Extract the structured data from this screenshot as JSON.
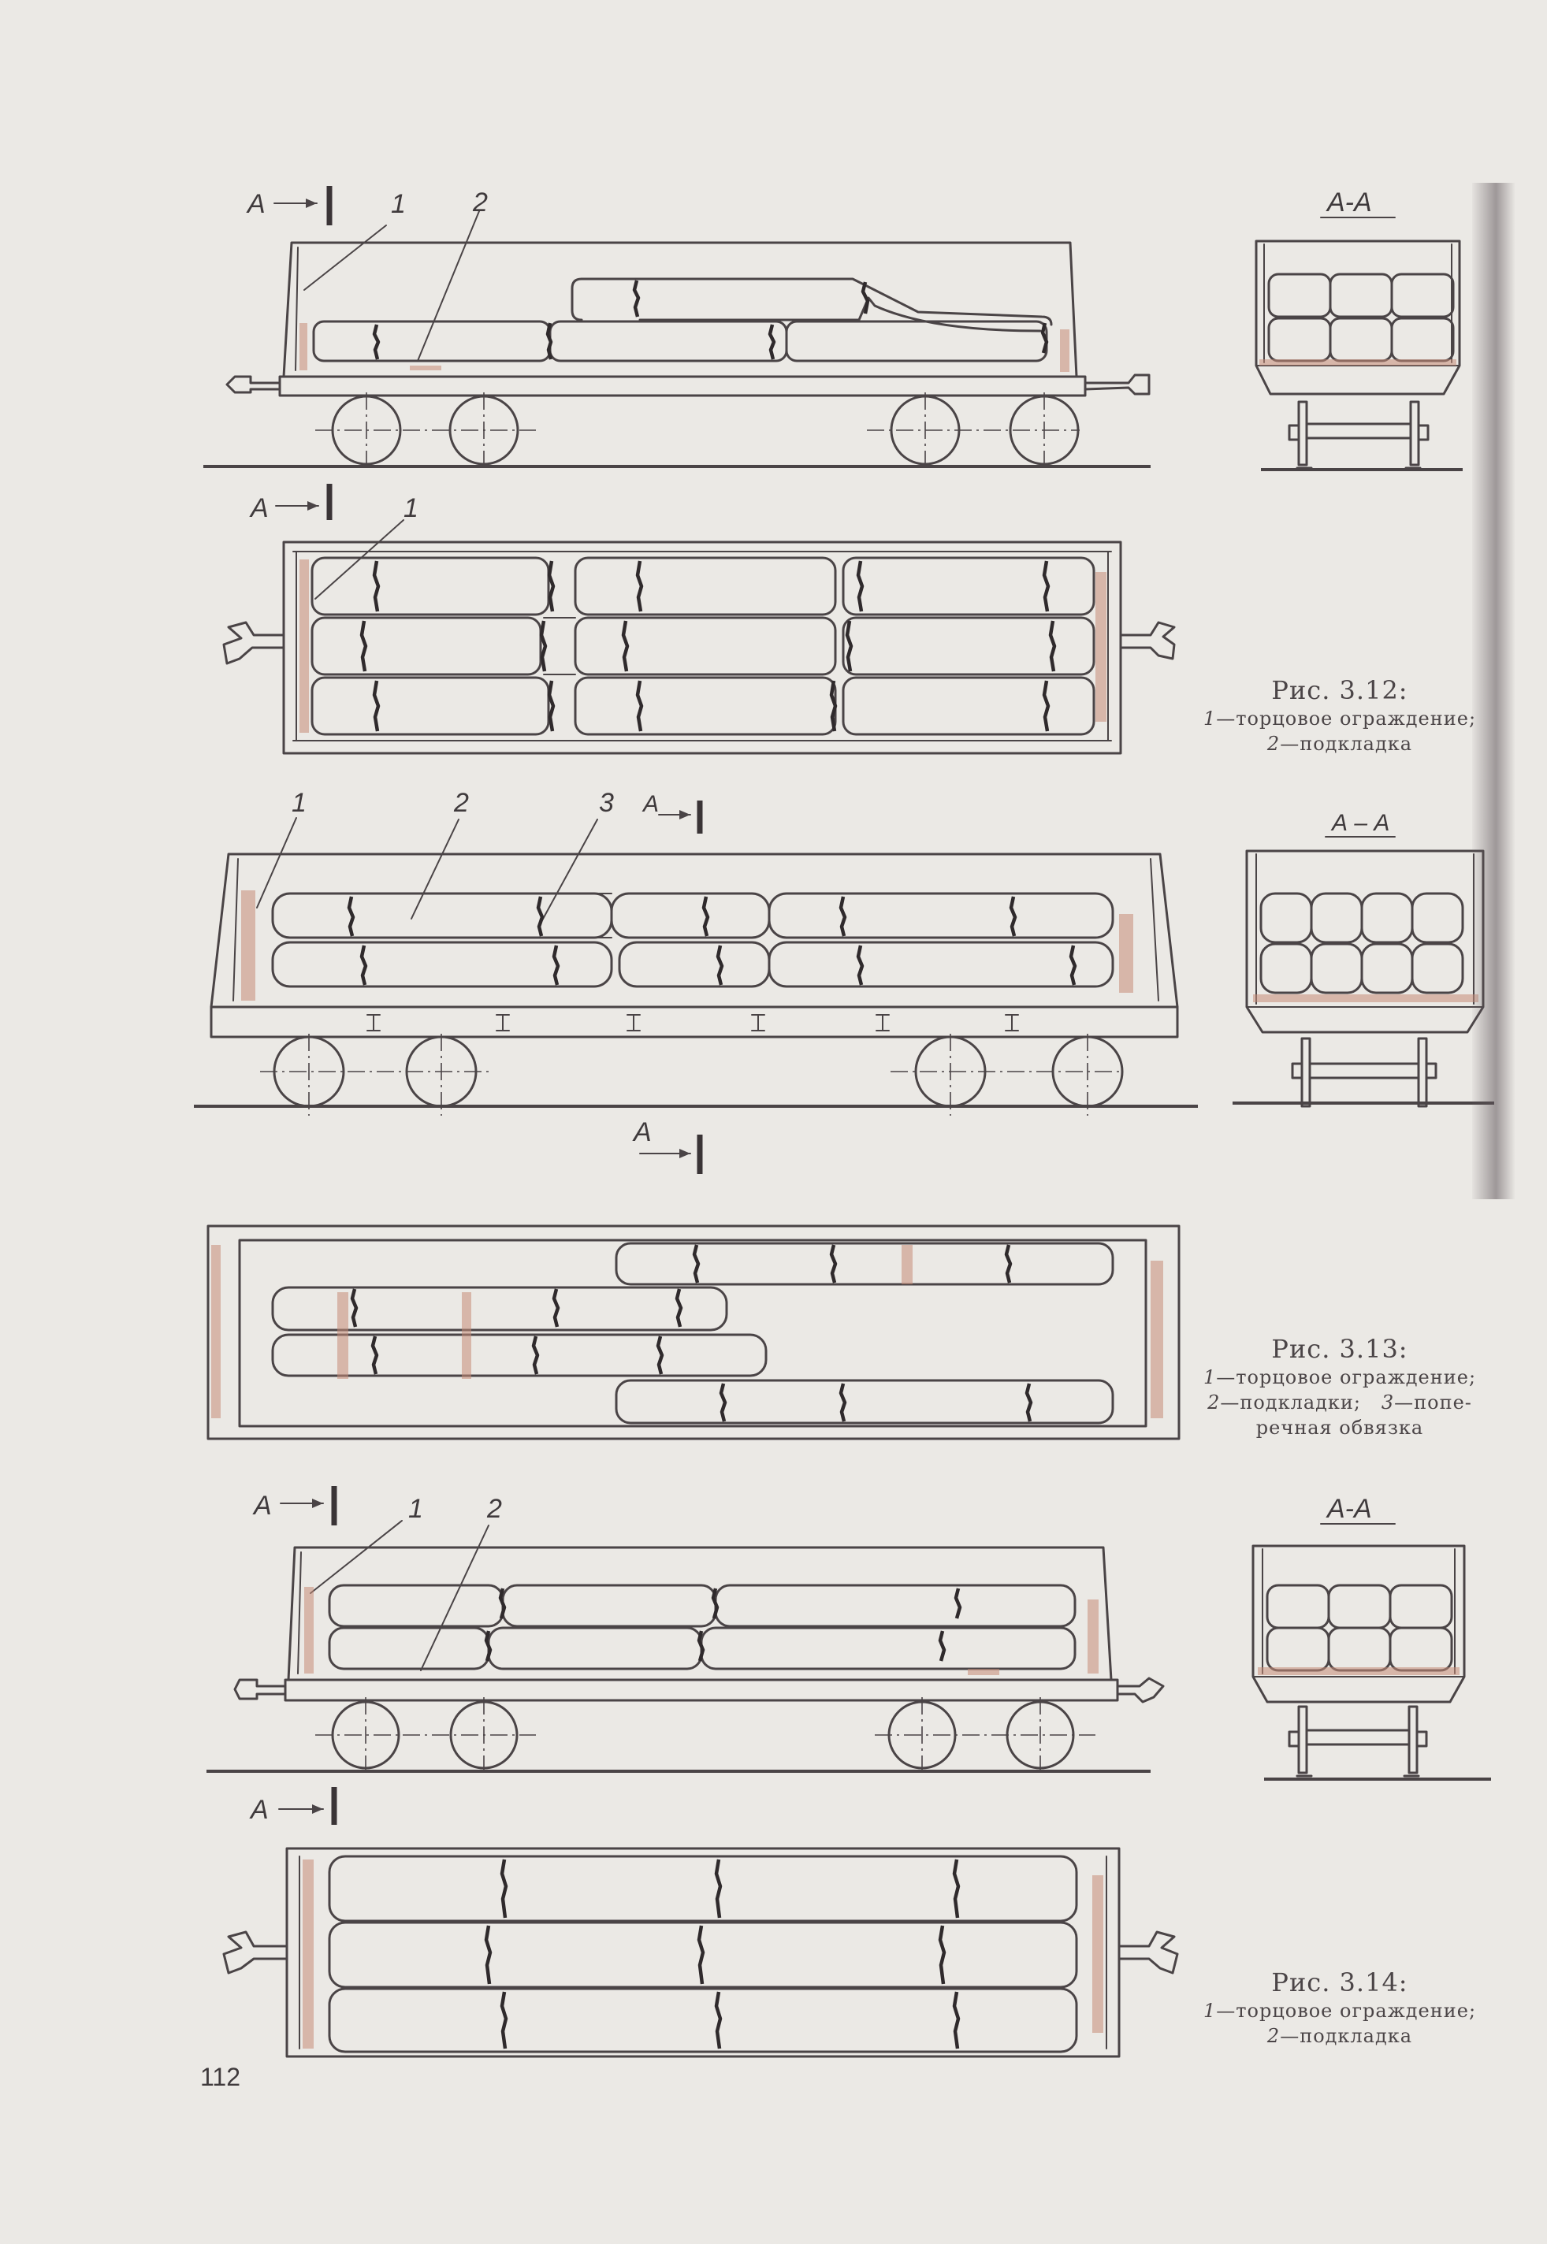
{
  "page_number": "112",
  "figures": [
    {
      "id": "3.12",
      "title": "Рис. 3.12:",
      "legend_lines": [
        [
          {
            "num": "1",
            "text": "—торцовое ограждение;"
          }
        ],
        [
          {
            "num": "2",
            "text": "—подкладка"
          }
        ]
      ]
    },
    {
      "id": "3.13",
      "title": "Рис. 3.13:",
      "legend_lines": [
        [
          {
            "num": "1",
            "text": "—торцовое ограждение;"
          }
        ],
        [
          {
            "num": "2",
            "text": "—подкладки;"
          },
          {
            "num": "3",
            "text": "—попе-"
          }
        ],
        [
          {
            "num": "",
            "text": "речная обвязка"
          }
        ]
      ]
    },
    {
      "id": "3.14",
      "title": "Рис. 3.14:",
      "legend_lines": [
        [
          {
            "num": "1",
            "text": "—торцовое ограждение;"
          }
        ],
        [
          {
            "num": "2",
            "text": "—подкладка"
          }
        ]
      ]
    }
  ],
  "drawing_labels": {
    "section_mark": "A",
    "section_title": "А-А",
    "section_title_alt": "А – А",
    "callout_1": "1",
    "callout_2": "2",
    "callout_3": "3"
  }
}
